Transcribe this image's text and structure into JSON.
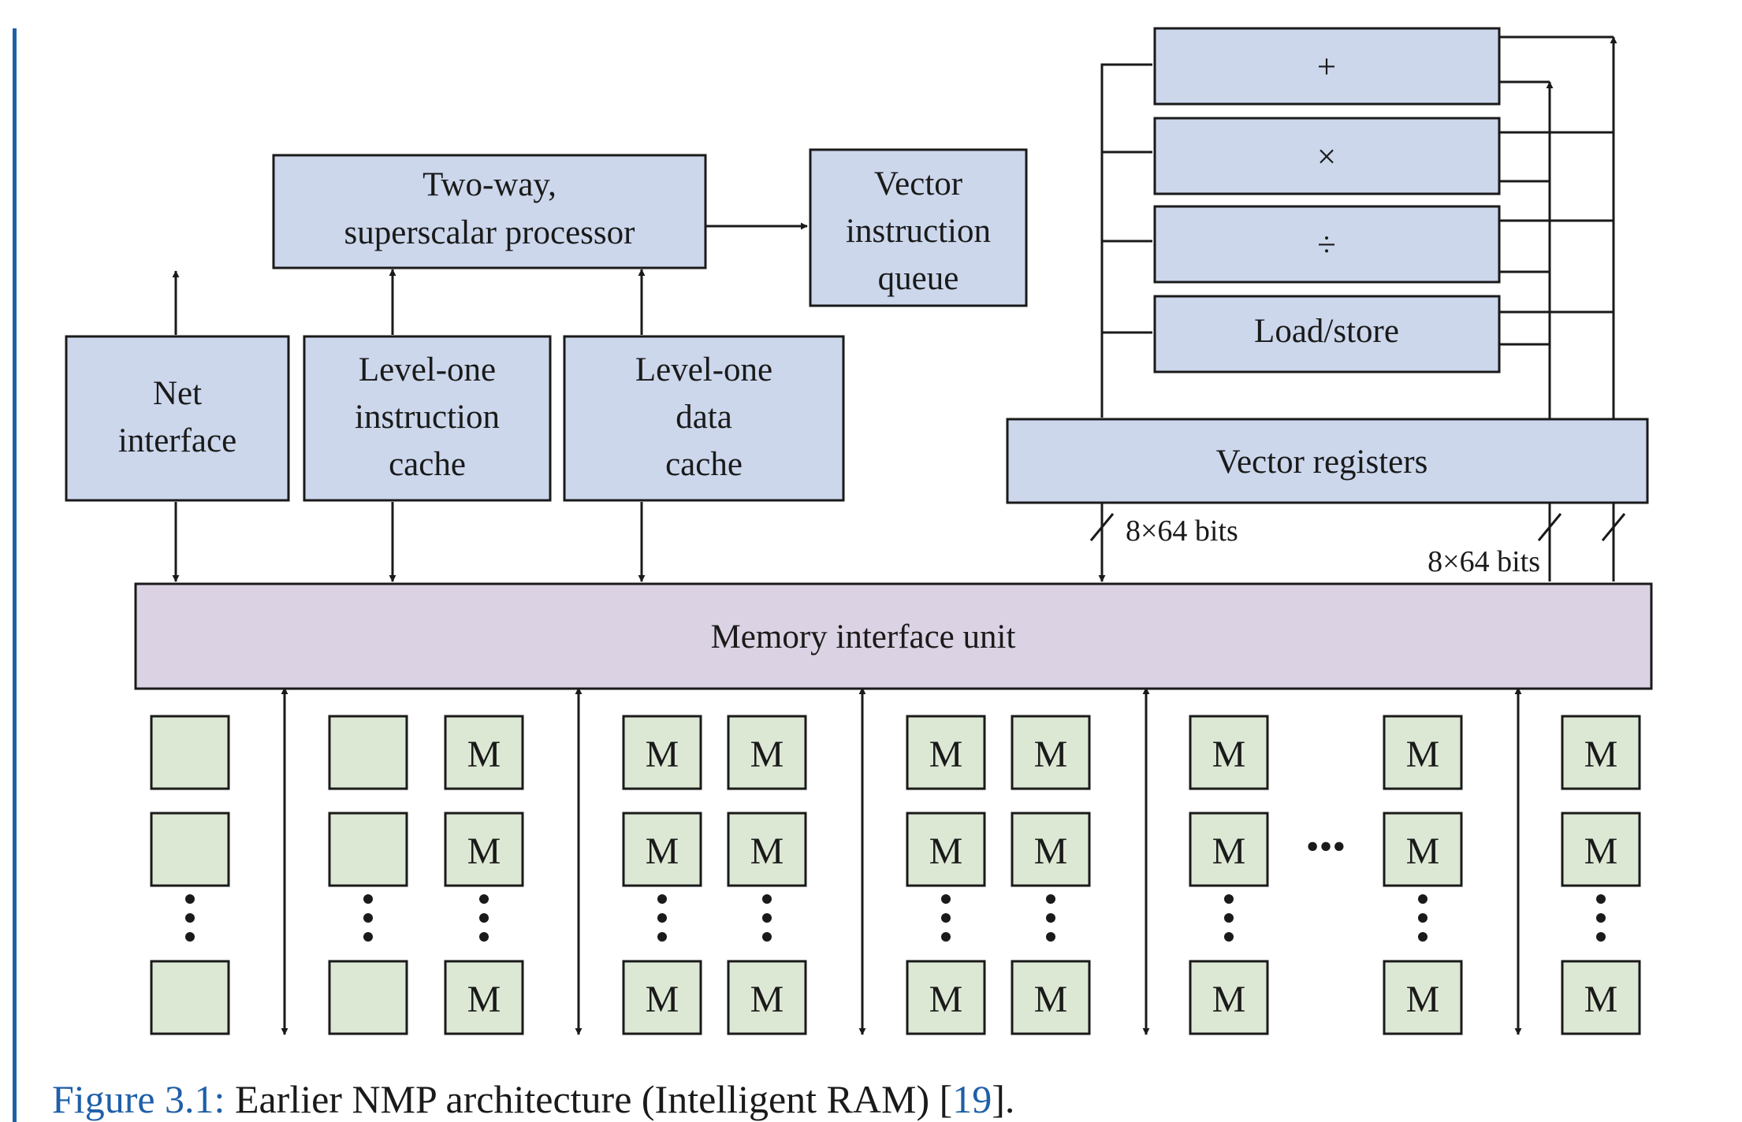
{
  "colors": {
    "block_fill": "#ccd7ec",
    "memory_interface_fill": "#dbd3e4",
    "memory_bank_fill": "#dde8d4",
    "stroke": "#1a1a1a",
    "caption_blue": "#1f5fa8",
    "left_rule": "#1f5fa8"
  },
  "blocks": {
    "processor": [
      "Two-way,",
      "superscalar processor"
    ],
    "vector_queue": [
      "Vector",
      "instruction",
      "queue"
    ],
    "net_interface": [
      "Net",
      "interface"
    ],
    "l1_instruction_cache": [
      "Level-one",
      "instruction",
      "cache"
    ],
    "l1_data_cache": [
      "Level-one",
      "data",
      "cache"
    ],
    "vector_registers": "Vector registers",
    "memory_interface": "Memory interface unit",
    "units": {
      "add": "+",
      "multiply": "×",
      "divide": "÷",
      "load_store": "Load/store"
    }
  },
  "bus_labels": {
    "left": "8×64 bits",
    "right": "8×64 bits"
  },
  "memory": {
    "bank_label": "M",
    "horizontal_ellipsis": "•••"
  },
  "caption": {
    "label": "Figure 3.1:",
    "text": " Earlier NMP architecture (Intelligent RAM) [",
    "ref": "19",
    "end": "]."
  }
}
